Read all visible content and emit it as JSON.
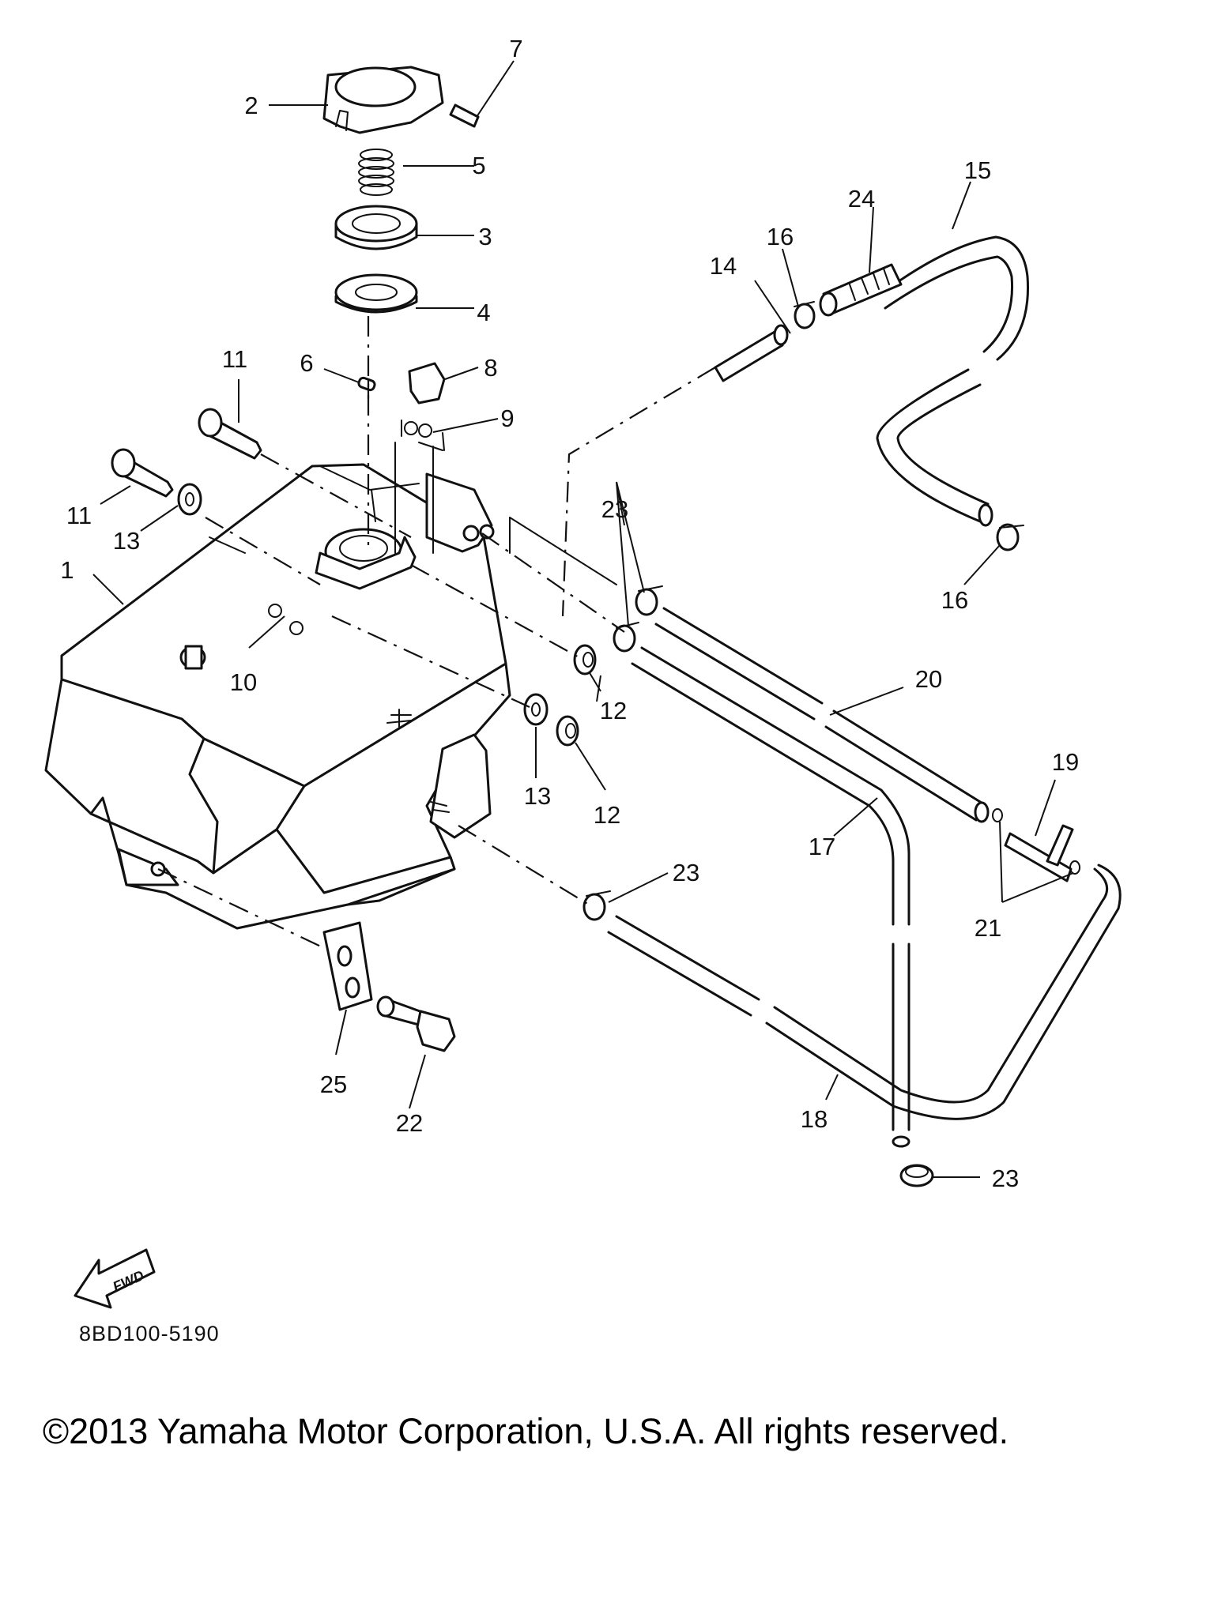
{
  "diagram": {
    "code": "8BD100-5190",
    "fwd_label": "FWD",
    "copyright": "©2013 Yamaha Motor Corporation, U.S.A. All rights reserved.",
    "callouts": [
      {
        "id": "c1",
        "text": "1"
      },
      {
        "id": "c2",
        "text": "2"
      },
      {
        "id": "c3",
        "text": "3"
      },
      {
        "id": "c4",
        "text": "4"
      },
      {
        "id": "c5",
        "text": "5"
      },
      {
        "id": "c6",
        "text": "6"
      },
      {
        "id": "c7",
        "text": "7"
      },
      {
        "id": "c8",
        "text": "8"
      },
      {
        "id": "c9",
        "text": "9"
      },
      {
        "id": "c10",
        "text": "10"
      },
      {
        "id": "c11a",
        "text": "11"
      },
      {
        "id": "c11b",
        "text": "11"
      },
      {
        "id": "c12a",
        "text": "12"
      },
      {
        "id": "c12b",
        "text": "12"
      },
      {
        "id": "c13a",
        "text": "13"
      },
      {
        "id": "c13b",
        "text": "13"
      },
      {
        "id": "c14",
        "text": "14"
      },
      {
        "id": "c15",
        "text": "15"
      },
      {
        "id": "c16a",
        "text": "16"
      },
      {
        "id": "c16b",
        "text": "16"
      },
      {
        "id": "c17",
        "text": "17"
      },
      {
        "id": "c18",
        "text": "18"
      },
      {
        "id": "c19",
        "text": "19"
      },
      {
        "id": "c20",
        "text": "20"
      },
      {
        "id": "c21",
        "text": "21"
      },
      {
        "id": "c22",
        "text": "22"
      },
      {
        "id": "c23a",
        "text": "23"
      },
      {
        "id": "c23b",
        "text": "23"
      },
      {
        "id": "c23c",
        "text": "23"
      },
      {
        "id": "c24",
        "text": "24"
      },
      {
        "id": "c25",
        "text": "25"
      }
    ]
  }
}
